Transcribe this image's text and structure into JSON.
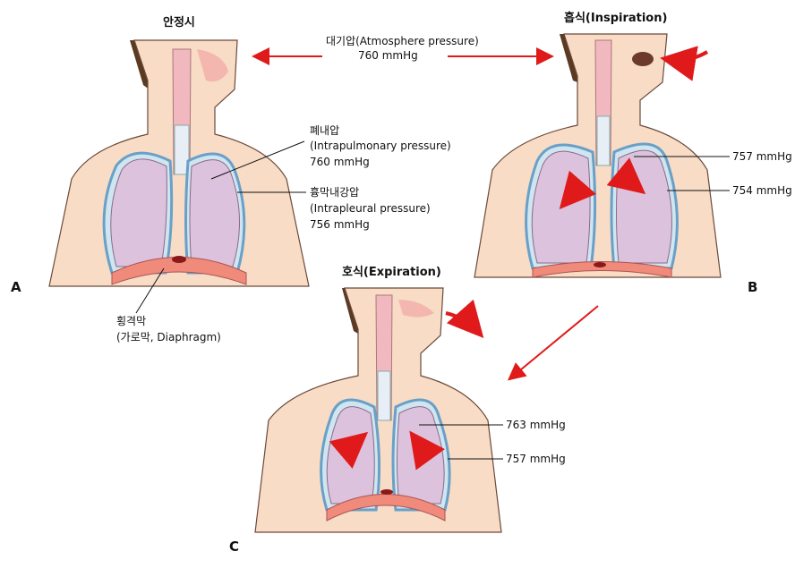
{
  "titles": {
    "rest": "안정시",
    "inspiration": "흡식(Inspiration)",
    "expiration": "호식(Expiration)"
  },
  "atmosphere": {
    "label": "대기압(Atmosphere pressure)",
    "value": "760 mmHg"
  },
  "rest_labels": {
    "intrapulmonary": [
      "폐내압",
      "(Intrapulmonary pressure)",
      "760 mmHg"
    ],
    "intrapleural": [
      "흉막내강압",
      "(Intrapleural pressure)",
      "756 mmHg"
    ],
    "diaphragm": [
      "횡격막",
      "(가로막, Diaphragm)"
    ]
  },
  "inspiration_labels": {
    "intrapulmonary": "757 mmHg",
    "intrapleural": "754 mmHg"
  },
  "expiration_labels": {
    "intrapulmonary": "763 mmHg",
    "intrapleural": "757 mmHg"
  },
  "panel_letters": {
    "a": "A",
    "b": "B",
    "c": "C"
  },
  "colors": {
    "skin": "#f8dcc6",
    "skin_outline": "#6b4a3a",
    "hair": "#5a3a22",
    "lung_fill": "#dcc2dc",
    "pleura": "#cfe6f0",
    "pleura_edge": "#6aa0c8",
    "trachea": "#f2b8c0",
    "arrow": "#e01a1a",
    "diaphragm": "#f08a7a"
  }
}
